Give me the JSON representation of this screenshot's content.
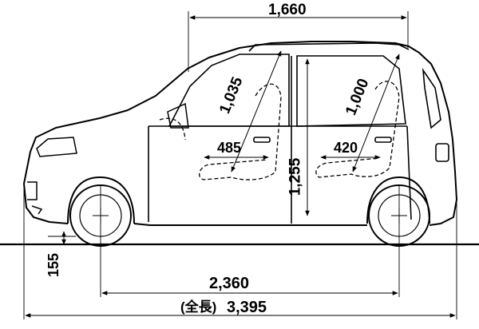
{
  "dimensions": {
    "overall_height": "1,660",
    "front_headroom": "1,035",
    "rear_headroom": "1,000",
    "front_legroom": "485",
    "rear_legroom": "420",
    "interior_height": "1,255",
    "ground_clearance": "155",
    "wheelbase": "2,360",
    "overall_length_label": "(全長)",
    "overall_length": "3,395"
  }
}
